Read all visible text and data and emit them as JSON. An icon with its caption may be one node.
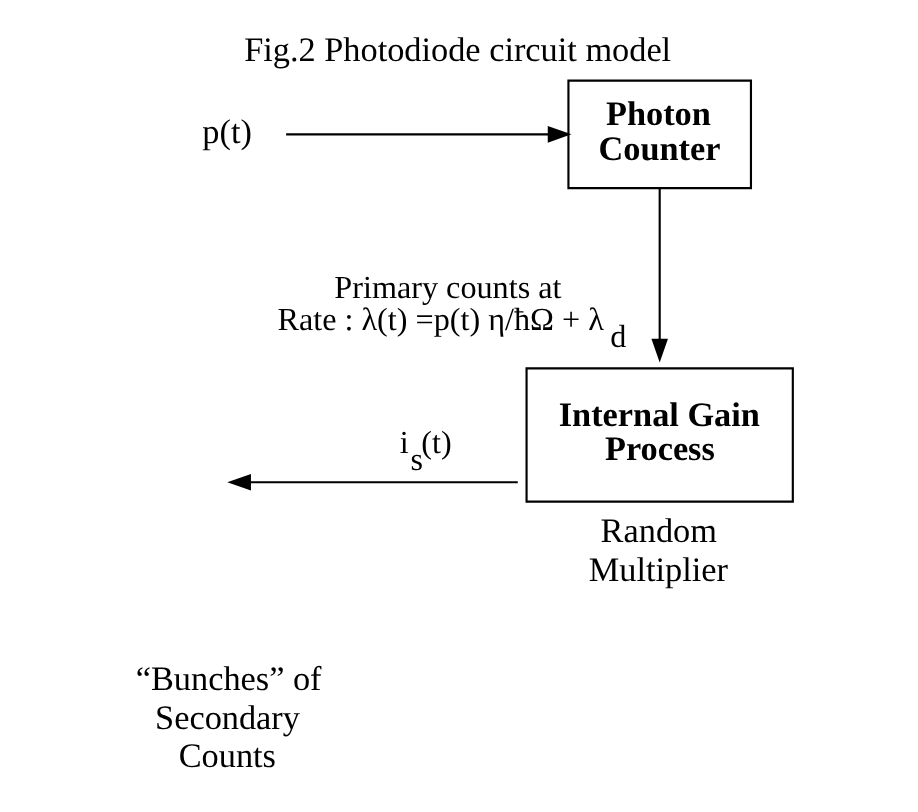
{
  "diagram": {
    "title": "Fig.2 Photodiode circuit model",
    "nodes": [
      {
        "text": [
          "p(t)"
        ]
      },
      {
        "text": [
          "Photon Counter"
        ]
      },
      {
        "text": [
          "Internal Gain Process"
        ],
        "beside": [
          "Random Multiplier"
        ]
      }
    ],
    "edges": [
      {
        "from": 0,
        "to": 1,
        "arrow": "to"
      },
      {
        "from": 1,
        "to": 2,
        "arrow": "to",
        "label": "Primary counts at Rate : λ(t) =p(t) η/ħΩ + λ$_{d}$"
      },
      {
        "from": 2,
        "to": null,
        "arrow": "to",
        "label": "i$_{s}$(t)"
      }
    ],
    "labels": [
      "“Bunches” of Secondary Counts"
    ]
  }
}
